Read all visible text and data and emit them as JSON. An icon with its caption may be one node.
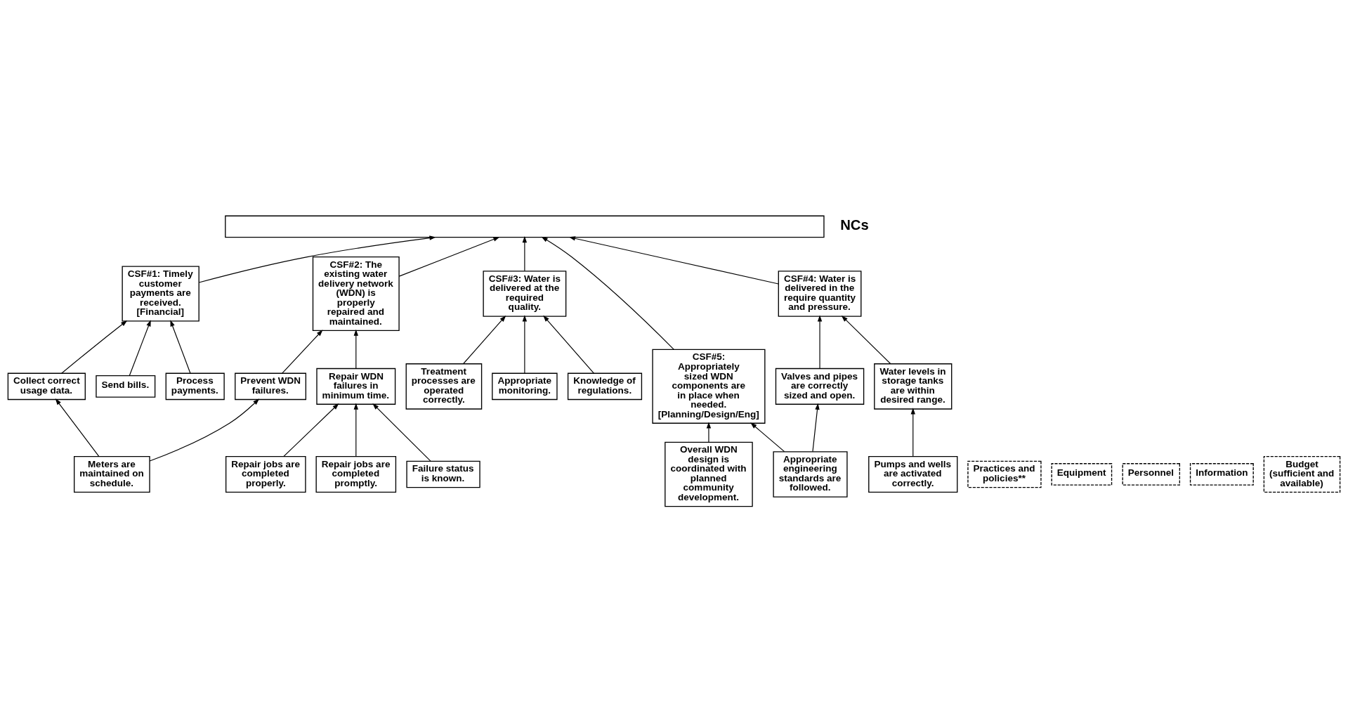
{
  "diagram": {
    "nodes": [
      {
        "text": [],
        "shape": "box"
      },
      {
        "text": [
          "CSF#1: Timely customer payments are received. [Financial]"
        ]
      },
      {
        "text": [
          "CSF#2: The existing water delivery network (WDN) is properly repaired and maintained."
        ]
      },
      {
        "text": [
          "CSF#3: Water is delivered at the required quality."
        ]
      },
      {
        "text": [
          "CSF#4: Water is delivered in the require quantity and pressure."
        ]
      },
      {
        "text": [
          "CSF#5: Appropriately sized WDN components are in place when needed. [Planning/Design/Eng]"
        ]
      },
      {
        "text": [
          "Send bills."
        ]
      },
      {
        "text": [
          "Collect correct usage data."
        ]
      },
      {
        "text": [
          "Process payments."
        ]
      },
      {
        "text": [
          "Prevent WDN failures."
        ]
      },
      {
        "text": [
          "Repair WDN failures in minimum time."
        ]
      },
      {
        "text": [
          "Appropriate monitoring."
        ]
      },
      {
        "text": [
          "Knowledge of regulations."
        ]
      },
      {
        "text": [
          "Water levels in storage tanks are within desired range."
        ]
      },
      {
        "text": [
          "Valves and pipes are correctly sized and open."
        ]
      },
      {
        "text": [
          "Overall WDN design is coordinated with planned community development."
        ]
      },
      {
        "text": [
          "Meters are maintained on schedule."
        ]
      },
      {
        "text": [
          "Failure status is known."
        ]
      },
      {
        "text": [
          "Repair jobs are completed properly."
        ]
      },
      {
        "text": [
          "Repair jobs are completed promptly."
        ]
      },
      {
        "text": [
          "Treatment processes are operated correctly."
        ]
      },
      {
        "text": [
          "Pumps and wells are activated correctly."
        ]
      },
      {
        "text": [
          "Appropriate engineering standards are followed."
        ]
      },
      {
        "text": [
          "Practices and policies**"
        ]
      },
      {
        "text": [
          "Equipment"
        ]
      },
      {
        "text": [
          "Personnel"
        ]
      },
      {
        "text": [
          "Information"
        ]
      },
      {
        "text": [
          "Budget (sufficient and available)"
        ]
      }
    ],
    "edges": [
      {
        "from": 1,
        "to": 0,
        "arrow": "to"
      },
      {
        "from": 2,
        "to": 0,
        "arrow": "to"
      },
      {
        "from": 3,
        "to": 0,
        "arrow": "to"
      },
      {
        "from": 4,
        "to": 0,
        "arrow": "to"
      },
      {
        "from": 5,
        "to": 0,
        "arrow": "to"
      },
      {
        "from": 7,
        "to": 1,
        "arrow": "to"
      },
      {
        "from": 8,
        "to": 1,
        "arrow": "to"
      },
      {
        "from": 6,
        "to": 1,
        "arrow": "to"
      },
      {
        "from": 9,
        "to": 2,
        "arrow": "to"
      },
      {
        "from": 10,
        "to": 2,
        "arrow": "to"
      },
      {
        "from": 11,
        "to": 3,
        "arrow": "to"
      },
      {
        "from": 12,
        "to": 3,
        "arrow": "to"
      },
      {
        "from": 20,
        "to": 3,
        "arrow": "to"
      },
      {
        "from": 13,
        "to": 4,
        "arrow": "to"
      },
      {
        "from": 14,
        "to": 4,
        "arrow": "to"
      },
      {
        "from": 22,
        "to": 5,
        "arrow": "to"
      },
      {
        "from": 15,
        "to": 5,
        "arrow": "to"
      },
      {
        "from": 16,
        "to": 7,
        "arrow": "to"
      },
      {
        "from": 16,
        "to": 9,
        "arrow": "to"
      },
      {
        "from": 17,
        "to": 10,
        "arrow": "to"
      },
      {
        "from": 19,
        "to": 10,
        "arrow": "to"
      },
      {
        "from": 18,
        "to": 10,
        "arrow": "to"
      },
      {
        "from": 21,
        "to": 13,
        "arrow": "to"
      },
      {
        "from": 22,
        "to": 14,
        "arrow": "to"
      }
    ],
    "labels": [
      "NCs"
    ]
  }
}
